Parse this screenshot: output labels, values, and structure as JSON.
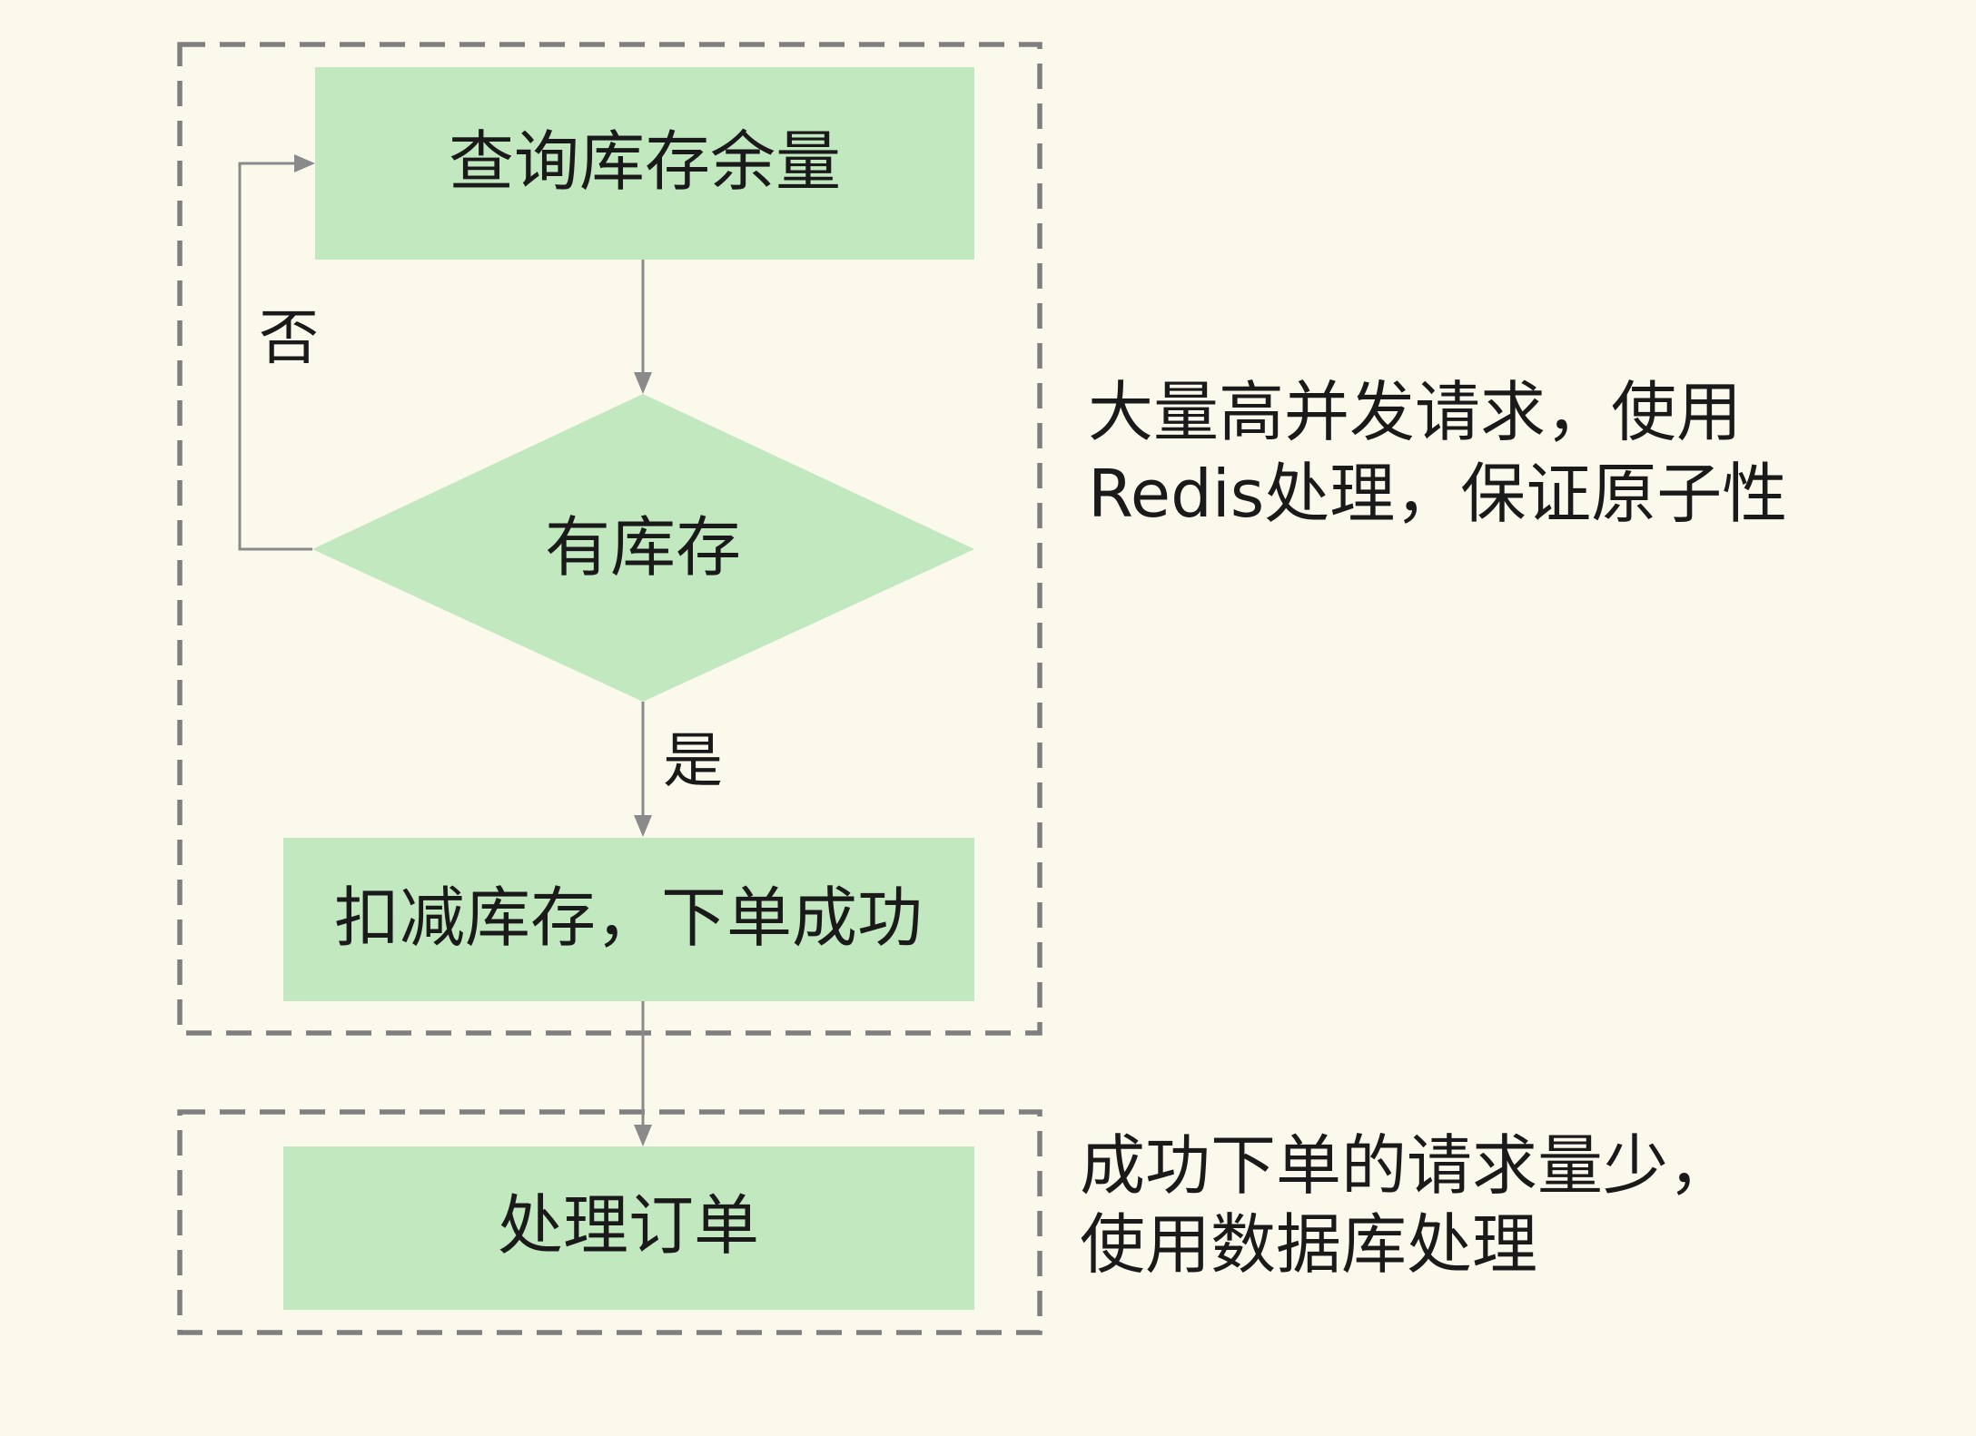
{
  "nodes": {
    "query_stock": "查询库存余量",
    "has_stock": "有库存",
    "deduct_order": "扣减库存，下单成功",
    "process_order": "处理订单"
  },
  "edges": {
    "no_label": "否",
    "yes_label": "是"
  },
  "notes": {
    "redis_line1": "大量高并发请求，使用",
    "redis_line2": "Redis处理，保证原子性",
    "db_line1": "成功下单的请求量少，",
    "db_line2": "使用数据库处理"
  },
  "colors": {
    "background": "#FBF8EC",
    "node_fill": "#C2E8BF",
    "dash_border": "#7F7F7F",
    "arrow": "#8A8A8A",
    "text": "#1A1A1A"
  }
}
